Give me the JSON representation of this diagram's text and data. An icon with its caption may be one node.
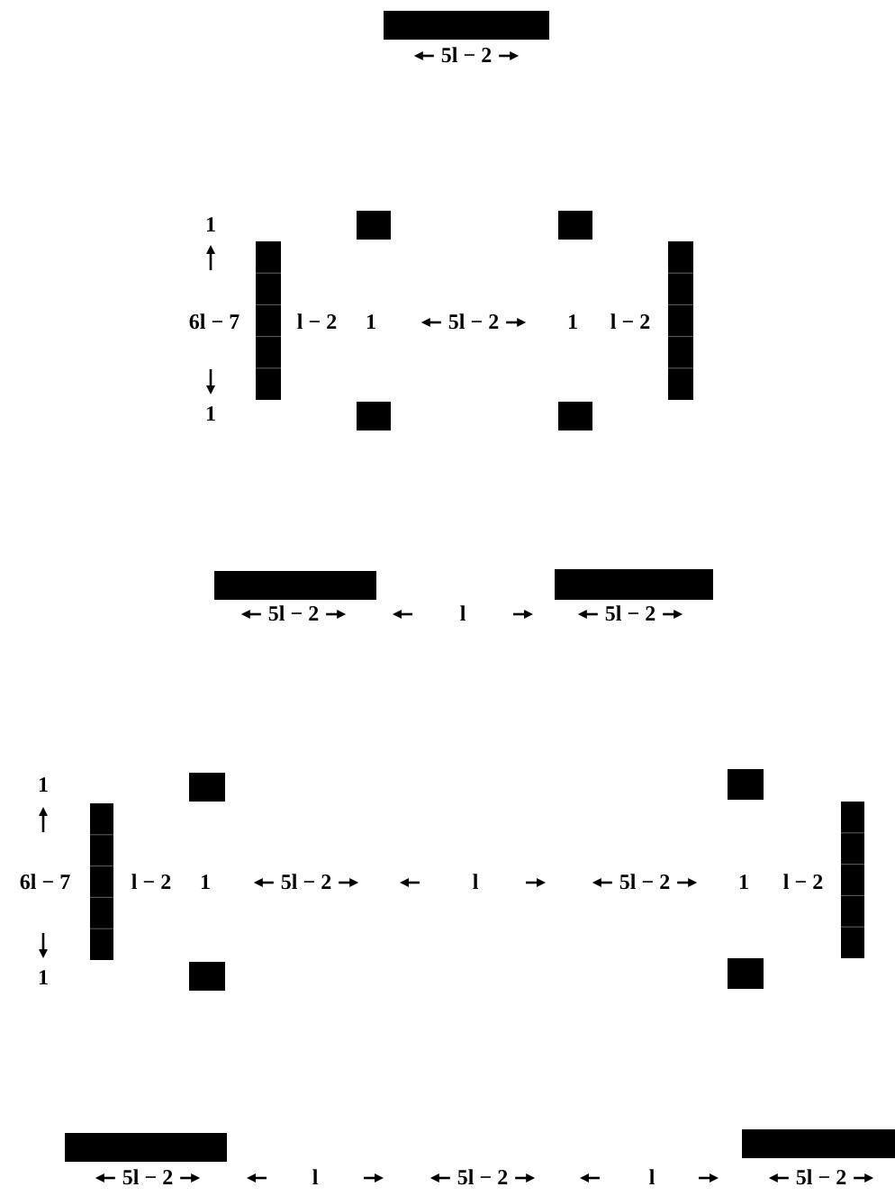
{
  "diagram": {
    "labels": [
      "5l − 2",
      "1",
      "6l − 7",
      "l − 2",
      "1",
      "5l − 2",
      "1",
      "l − 2",
      "1",
      "5l − 2",
      "l",
      "5l − 2",
      "1",
      "6l − 7",
      "l − 2",
      "1",
      "5l − 2",
      "l",
      "5l − 2",
      "1",
      "l − 2",
      "1",
      "5l − 2",
      "l",
      "5l − 2",
      "l",
      "5l − 2"
    ]
  }
}
